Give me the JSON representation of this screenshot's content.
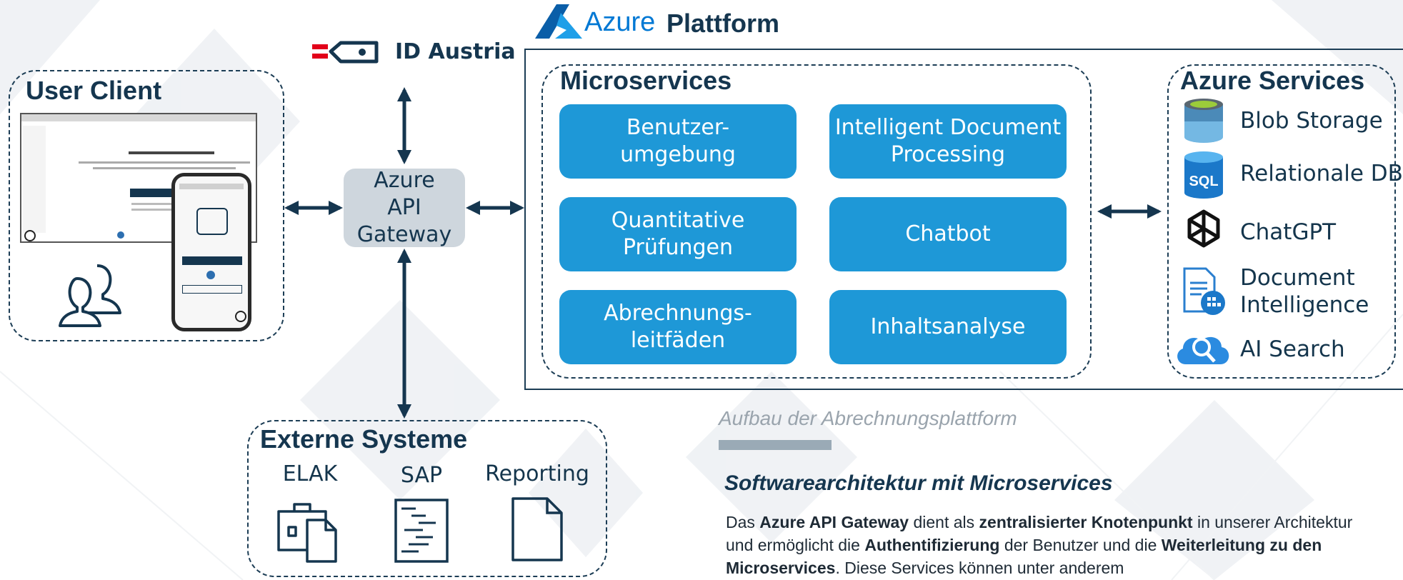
{
  "colors": {
    "navy": "#15364f",
    "tile_blue": "#1e98d7",
    "gateway_gray": "#ced6dd",
    "azure_blue": "#0078d4",
    "caption_gray": "#9aa4ad"
  },
  "brand": {
    "id_austria": "ID Austria",
    "azure_word": "Azure",
    "azure_platform": "Plattform"
  },
  "user_client": {
    "title": "User Client"
  },
  "gateway": {
    "label": "Azure\nAPI\nGateway"
  },
  "microservices": {
    "title": "Microservices",
    "tiles": [
      {
        "label": "Benutzer-\numgebung"
      },
      {
        "label": "Intelligent Document\nProcessing"
      },
      {
        "label": "Quantitative\nPrüfungen"
      },
      {
        "label": "Chatbot"
      },
      {
        "label": "Abrechnungs-\nleitfäden"
      },
      {
        "label": "Inhaltsanalyse"
      }
    ]
  },
  "azure_services": {
    "title": "Azure Services",
    "items": [
      {
        "label": "Blob Storage",
        "icon": "blob-storage-icon"
      },
      {
        "label": "Relationale DB",
        "icon": "sql-database-icon",
        "badge": "SQL"
      },
      {
        "label": "ChatGPT",
        "icon": "openai-icon"
      },
      {
        "label": "Document\nIntelligence",
        "icon": "document-intelligence-icon"
      },
      {
        "label": "AI Search",
        "icon": "ai-search-icon"
      }
    ]
  },
  "external": {
    "title": "Externe Systeme",
    "items": [
      {
        "label": "ELAK",
        "icon": "briefcase-document-icon"
      },
      {
        "label": "SAP",
        "icon": "code-document-icon"
      },
      {
        "label": "Reporting",
        "icon": "blank-document-icon"
      }
    ]
  },
  "caption": "Aufbau der Abrechnungsplattform",
  "section": {
    "heading": "Softwarearchitektur mit Microservices",
    "p1": "Das ",
    "b1": "Azure API Gateway",
    "p2": " dient als ",
    "b2": "zentralisierter Knotenpunkt",
    "p3": " in unserer Architektur und ermöglicht die ",
    "b3": "Authentifizierung",
    "p4": " der Benutzer und die ",
    "b4": "Weiterleitung zu den Microservices",
    "p5": ". Diese Services können unter anderem"
  }
}
